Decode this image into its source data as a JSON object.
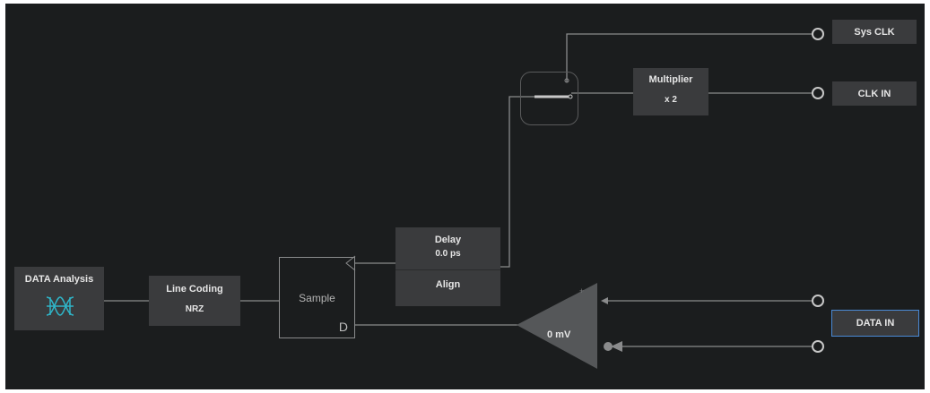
{
  "blocks": {
    "data_analysis": {
      "title": "DATA Analysis"
    },
    "line_coding": {
      "title": "Line Coding",
      "value": "NRZ"
    },
    "sample": {
      "title": "Sample",
      "pin": "D"
    },
    "delay": {
      "title": "Delay",
      "value": "0.0 ps",
      "button": "Align"
    },
    "multiplier": {
      "title": "Multiplier",
      "value": "x 2"
    },
    "comparator": {
      "value": "0 mV"
    }
  },
  "ports": {
    "sys_clk": "Sys CLK",
    "clk_in": "CLK IN",
    "data_in": "DATA IN"
  },
  "colors": {
    "background": "#1b1d1e",
    "block": "#3a3b3d",
    "wire": "#8a8b8c",
    "selected_border": "#4a8ad6",
    "eye_icon": "#2fb5c8"
  },
  "icons": {
    "data_analysis": "eye-diagram-icon",
    "port": "connector-circle-icon"
  }
}
